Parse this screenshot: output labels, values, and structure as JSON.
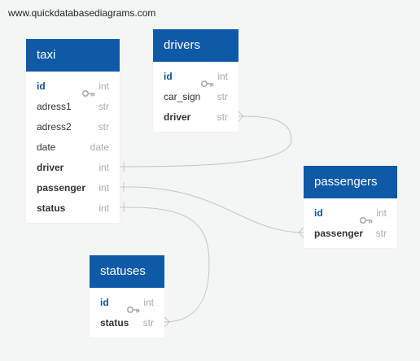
{
  "site": "www.quickdatabasediagrams.com",
  "tables": {
    "taxi": {
      "title": "taxi",
      "fields": [
        {
          "name": "id",
          "type": "int",
          "pk": true
        },
        {
          "name": "adress1",
          "type": "str"
        },
        {
          "name": "adress2",
          "type": "str"
        },
        {
          "name": "date",
          "type": "date"
        },
        {
          "name": "driver",
          "type": "int",
          "fk": true
        },
        {
          "name": "passenger",
          "type": "int",
          "fk": true
        },
        {
          "name": "status",
          "type": "int",
          "fk": true
        }
      ]
    },
    "drivers": {
      "title": "drivers",
      "fields": [
        {
          "name": "id",
          "type": "int",
          "pk": true
        },
        {
          "name": "car_sign",
          "type": "str"
        },
        {
          "name": "driver",
          "type": "str",
          "fk": true
        }
      ]
    },
    "passengers": {
      "title": "passengers",
      "fields": [
        {
          "name": "id",
          "type": "int",
          "pk": true
        },
        {
          "name": "passenger",
          "type": "str",
          "fk": true
        }
      ]
    },
    "statuses": {
      "title": "statuses",
      "fields": [
        {
          "name": "id",
          "type": "int",
          "pk": true
        },
        {
          "name": "status",
          "type": "str",
          "fk": true
        }
      ]
    }
  },
  "relations": [
    {
      "from": "taxi.driver",
      "to": "drivers.driver"
    },
    {
      "from": "taxi.passenger",
      "to": "passengers.passenger"
    },
    {
      "from": "taxi.status",
      "to": "statuses.status"
    }
  ]
}
